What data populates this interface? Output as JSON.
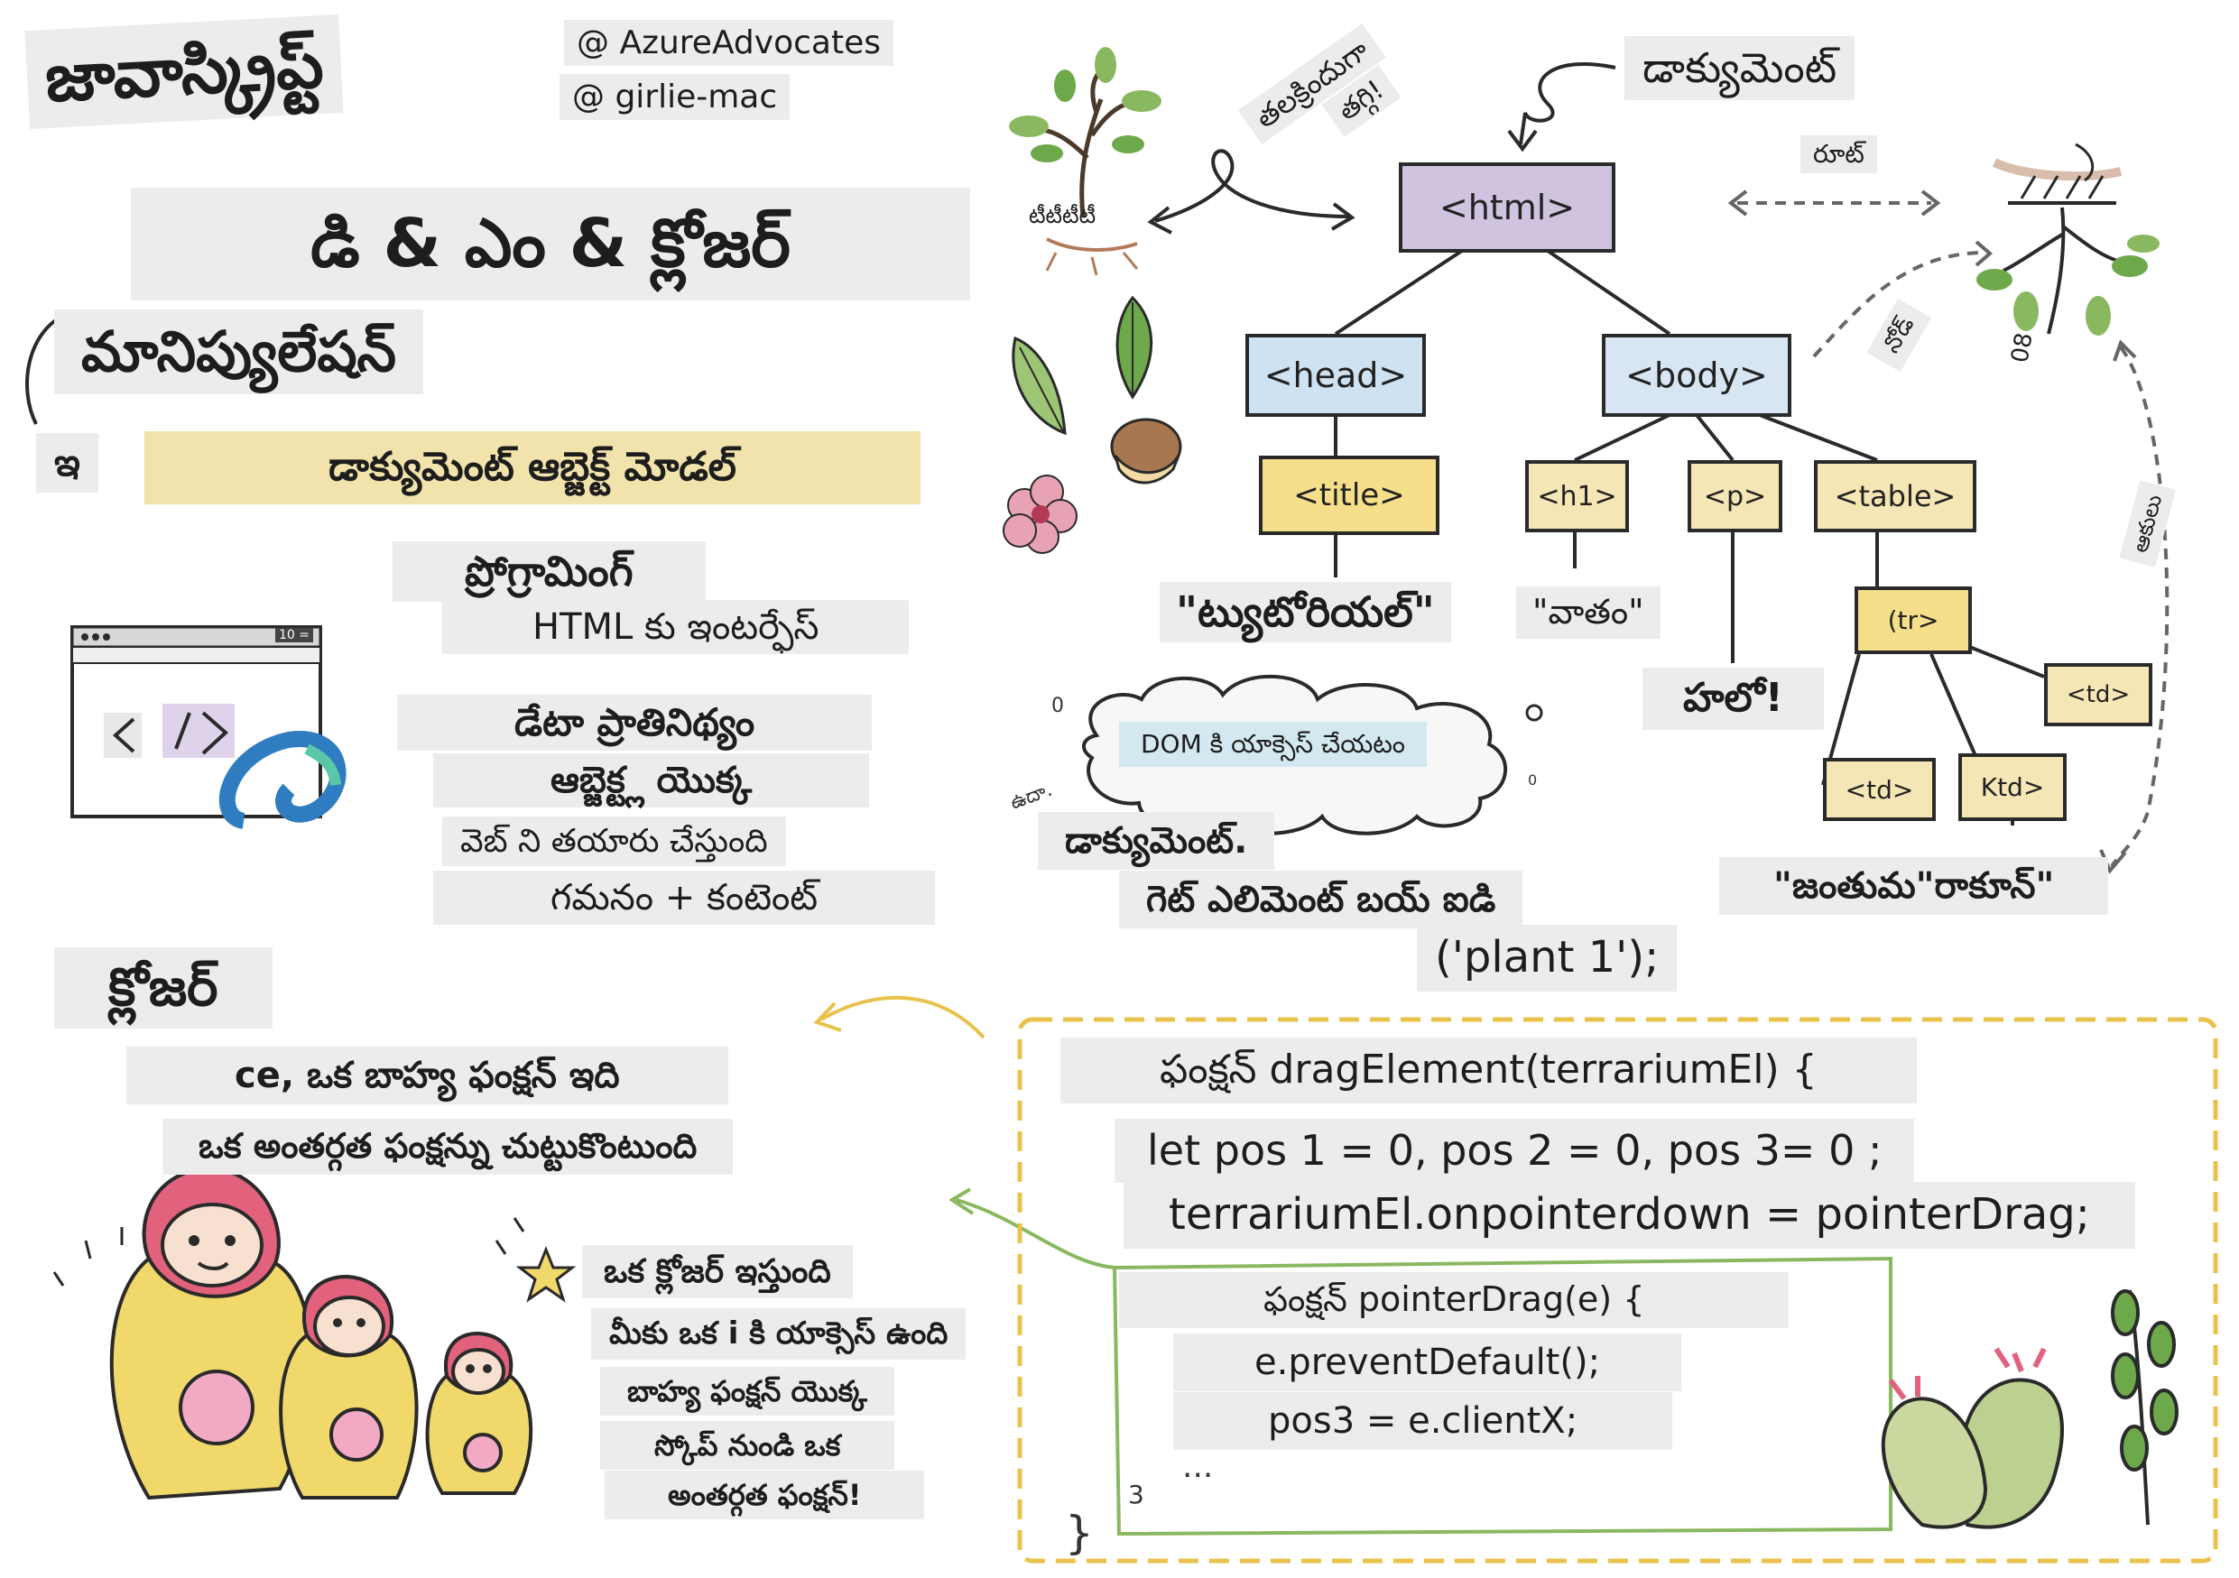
{
  "header": {
    "title": "జావాస్క్రిప్ట్",
    "handle_1": "@ AzureAdvocates",
    "handle_2": "@ girlie-mac",
    "subtitle": "డి & ఎం & క్లోజర్",
    "manipulation": "మానిప్యులేషన్",
    "prefix": "ఇ",
    "dom_full": "డాక్యుమెంట్ ఆబ్జెక్ట్ మోడల్"
  },
  "intro": {
    "line1": "ప్రోగ్రామింగ్",
    "line2": "HTML కు ఇంటర్ఫేస్",
    "line3": "డేటా ప్రాతినిథ్యం",
    "line4": "ఆబ్జెక్ట్ల యొక్క",
    "line5": "వెబ్ ని తయారు చేస్తుంది",
    "line6": "గమనం + కంటెంట్",
    "browser_badge": "10 ="
  },
  "tree": {
    "upside_down_1": "తలక్రిందుగా",
    "upside_down_2": "తగ్గి!",
    "plant_label": "టీటీటీటీ",
    "document_label": "డాక్యుమెంట్",
    "root_label": "రూట్",
    "leaf_label": "నోడ్",
    "root_code": "08",
    "branch_label": "ఆకులు",
    "nodes": {
      "html": "<html>",
      "head": "<head>",
      "body": "<body>",
      "title": "<title>",
      "h1": "<h1>",
      "p": "<p>",
      "table": "<table>",
      "tr": "(tr>",
      "td1": "<td>",
      "td2": "Ktd>",
      "td3": "<td>"
    },
    "text_title": "\"ట్యుటోరియల్\"",
    "text_h1": "\"వాతం\"",
    "text_p": "హలో!",
    "text_td": "\"జంతుమ\"రాకూన్\""
  },
  "access": {
    "zero_1": "0",
    "zero_2": "0",
    "cloud": "DOM కి యాక్సెస్ చేయటం",
    "eg": "ఉదా.",
    "line1": "డాక్యుమెంట్.",
    "line2": "గెట్ ఎలిమెంట్ బయ్ ఐడి",
    "line3": "('plant 1');"
  },
  "closure": {
    "heading": "క్లోజర్",
    "def1": "ce, ఒక బాహ్య ఫంక్షన్ ఇది",
    "def2": "ఒక అంతర్గత ఫంక్షన్ను చుట్టుకొంటుంది",
    "exp1": "ఒక క్లోజర్ ఇస్తుంది",
    "exp2": "మీకు ఒక i కి యాక్సెస్ ఉంది",
    "exp3": "బాహ్య ఫంక్షన్ యొక్క",
    "exp4": "స్కోప్ నుండి ఒక",
    "exp5": "అంతర్గత ఫంక్షన్!"
  },
  "code": {
    "l1": "ఫంక్షన్ dragElement(terrariumEl) {",
    "l2": "let pos 1 = 0, pos 2 = 0, pos 3= 0 ;",
    "l3": "terrariumEl.onpointerdown = pointerDrag;",
    "l4": "ఫంక్షన్ pointerDrag(e) {",
    "l5": "e.preventDefault();",
    "l6": "pos3 = e.clientX;",
    "l7": "...",
    "l8": "3",
    "l9": "}"
  },
  "colors": {
    "html_node": "#cfc3e0",
    "head_node": "#cfe2f1",
    "body_node": "#d7e6f2",
    "leaf_node": "#f5df8a",
    "label_gray": "#ececec",
    "label_yellow": "#f1e3ab",
    "code_border": "#e8c24a",
    "inner_border": "#8ab860"
  }
}
